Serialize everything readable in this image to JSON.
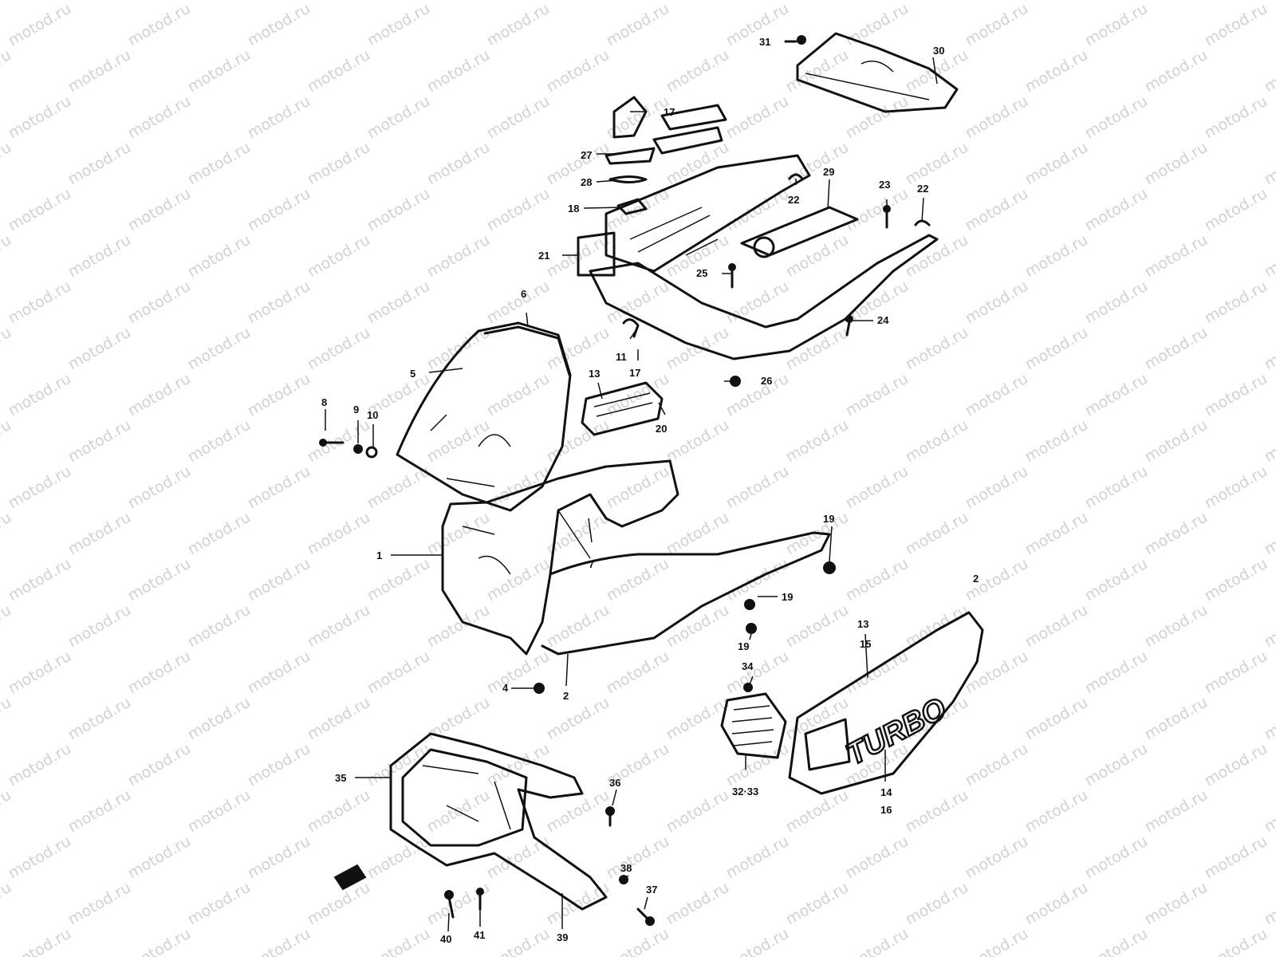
{
  "watermark": "motod.ru",
  "decal_text": "TURBO",
  "labels": [
    {
      "id": "l31",
      "text": "31"
    },
    {
      "id": "l30",
      "text": "30"
    },
    {
      "id": "l17a",
      "text": "17"
    },
    {
      "id": "l27",
      "text": "27"
    },
    {
      "id": "l28",
      "text": "28"
    },
    {
      "id": "l18",
      "text": "18"
    },
    {
      "id": "l29",
      "text": "29"
    },
    {
      "id": "l22a",
      "text": "22"
    },
    {
      "id": "l23",
      "text": "23"
    },
    {
      "id": "l22b",
      "text": "22"
    },
    {
      "id": "l21",
      "text": "21"
    },
    {
      "id": "l25",
      "text": "25"
    },
    {
      "id": "l24",
      "text": "24"
    },
    {
      "id": "l6",
      "text": "6"
    },
    {
      "id": "l5",
      "text": "5"
    },
    {
      "id": "l11",
      "text": "11"
    },
    {
      "id": "l17b",
      "text": "17"
    },
    {
      "id": "l26",
      "text": "26"
    },
    {
      "id": "l13a",
      "text": "13"
    },
    {
      "id": "l20",
      "text": "20"
    },
    {
      "id": "l8",
      "text": "8"
    },
    {
      "id": "l9",
      "text": "9"
    },
    {
      "id": "l10",
      "text": "10"
    },
    {
      "id": "l19a",
      "text": "19"
    },
    {
      "id": "l1",
      "text": "1"
    },
    {
      "id": "l7",
      "text": "7"
    },
    {
      "id": "l2a",
      "text": "2"
    },
    {
      "id": "l19b",
      "text": "19"
    },
    {
      "id": "l19c",
      "text": "19"
    },
    {
      "id": "l13b",
      "text": "13"
    },
    {
      "id": "l15",
      "text": "15"
    },
    {
      "id": "l34",
      "text": "34"
    },
    {
      "id": "l4",
      "text": "4"
    },
    {
      "id": "l2b",
      "text": "2"
    },
    {
      "id": "l3233",
      "text": "32·33"
    },
    {
      "id": "l14",
      "text": "14"
    },
    {
      "id": "l16",
      "text": "16"
    },
    {
      "id": "l35",
      "text": "35"
    },
    {
      "id": "l36",
      "text": "36"
    },
    {
      "id": "l38",
      "text": "38"
    },
    {
      "id": "l37",
      "text": "37"
    },
    {
      "id": "l40",
      "text": "40"
    },
    {
      "id": "l41",
      "text": "41"
    },
    {
      "id": "l39",
      "text": "39"
    }
  ]
}
